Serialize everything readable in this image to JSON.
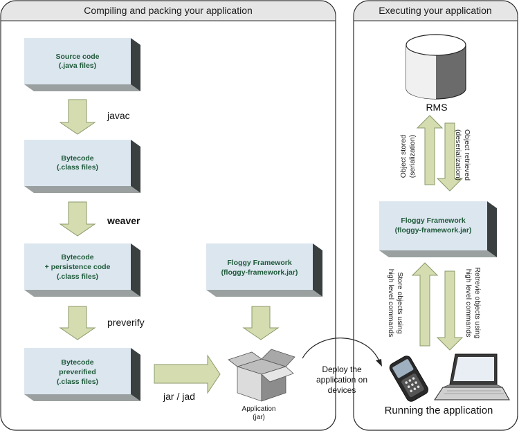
{
  "left_panel": {
    "title": "Compiling and packing your application",
    "boxes": [
      {
        "line1": "Source code",
        "line2": "(.java files)"
      },
      {
        "line1": "Bytecode",
        "line2": "(.class files)"
      },
      {
        "line1": "Bytecode",
        "line2": "+ persistence code",
        "line3": "(.class files)"
      },
      {
        "line1": "Bytecode",
        "line2": "preverified",
        "line3": "(.class files)"
      }
    ],
    "steps": [
      "javac",
      "weaver",
      "preverify"
    ],
    "framework_box": {
      "line1": "Floggy Framework",
      "line2": "(floggy-framework.jar)"
    },
    "jar_label": "jar / jad",
    "package_label": {
      "line1": "Application",
      "line2": "(jar)"
    }
  },
  "deploy_label": {
    "line1": "Deploy the",
    "line2": "application on",
    "line3": "devices"
  },
  "right_panel": {
    "title": "Executing your application",
    "rms_label": "RMS",
    "stored_label": {
      "line1": "Object stored",
      "line2": "(serialization)"
    },
    "retrieved_label": {
      "line1": "Object retrieved",
      "line2": "(deserialization)"
    },
    "framework_box": {
      "line1": "Floggy Framework",
      "line2": "(floggy-framework.jar)"
    },
    "store_cmd_label": {
      "line1": "Store objects using",
      "line2": "high level commands"
    },
    "retrieve_cmd_label": {
      "line1": "Retrevie objects using",
      "line2": "high level commands"
    },
    "running_label": "Running the application"
  }
}
